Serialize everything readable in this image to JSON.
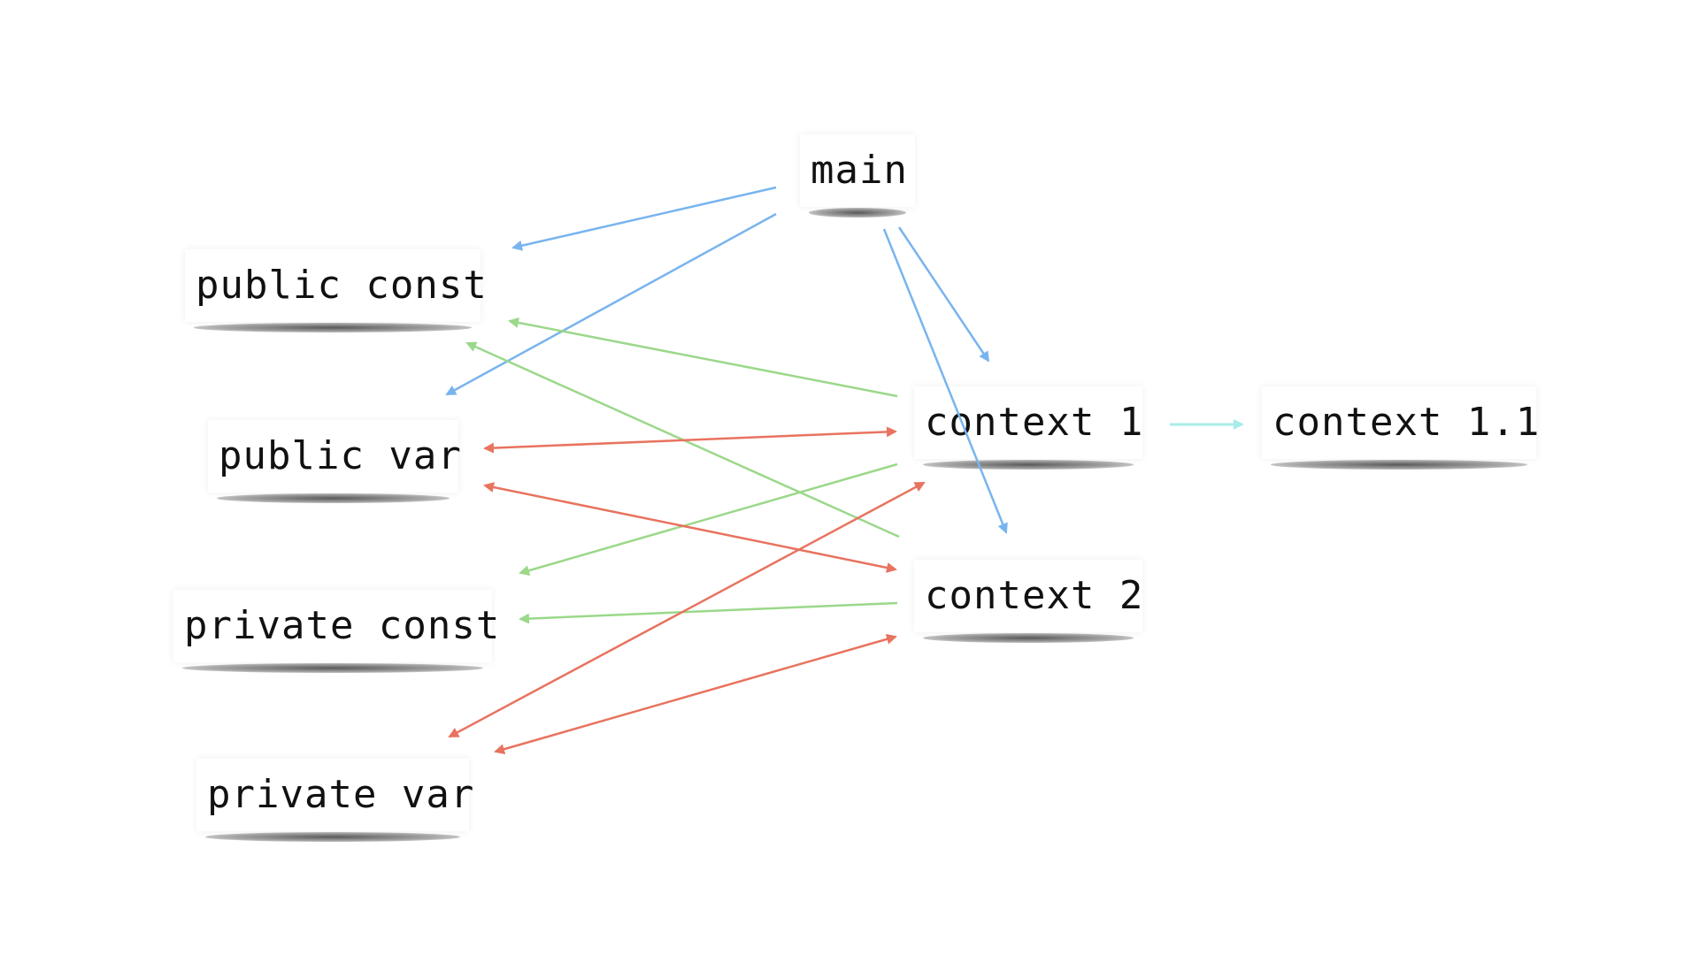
{
  "nodes": {
    "main": "main",
    "public_const": "public const",
    "public_var": "public var",
    "private_const": "private const",
    "private_var": "private var",
    "context_1": "context 1",
    "context_2": "context 2",
    "context_1_1": "context 1.1"
  },
  "colors": {
    "blue": "#79b4ee",
    "green": "#9bd88a",
    "red": "#e8735f",
    "cyan": "#a8ecea"
  },
  "edges": [
    {
      "from": "main",
      "to": "public const",
      "color": "blue",
      "direction": "forward"
    },
    {
      "from": "main",
      "to": "public var",
      "color": "blue",
      "direction": "forward"
    },
    {
      "from": "main",
      "to": "context 1",
      "color": "blue",
      "direction": "forward"
    },
    {
      "from": "main",
      "to": "context 2",
      "color": "blue",
      "direction": "forward"
    },
    {
      "from": "context 1",
      "to": "public const",
      "color": "green",
      "direction": "forward"
    },
    {
      "from": "context 2",
      "to": "public const",
      "color": "green",
      "direction": "forward"
    },
    {
      "from": "context 1",
      "to": "private const",
      "color": "green",
      "direction": "forward"
    },
    {
      "from": "context 2",
      "to": "private const",
      "color": "green",
      "direction": "forward"
    },
    {
      "from": "public var",
      "to": "context 1",
      "color": "red",
      "direction": "both"
    },
    {
      "from": "public var",
      "to": "context 2",
      "color": "red",
      "direction": "both"
    },
    {
      "from": "private var",
      "to": "context 1",
      "color": "red",
      "direction": "both"
    },
    {
      "from": "private var",
      "to": "context 2",
      "color": "red",
      "direction": "both"
    },
    {
      "from": "context 1",
      "to": "context 1.1",
      "color": "cyan",
      "direction": "forward"
    }
  ]
}
